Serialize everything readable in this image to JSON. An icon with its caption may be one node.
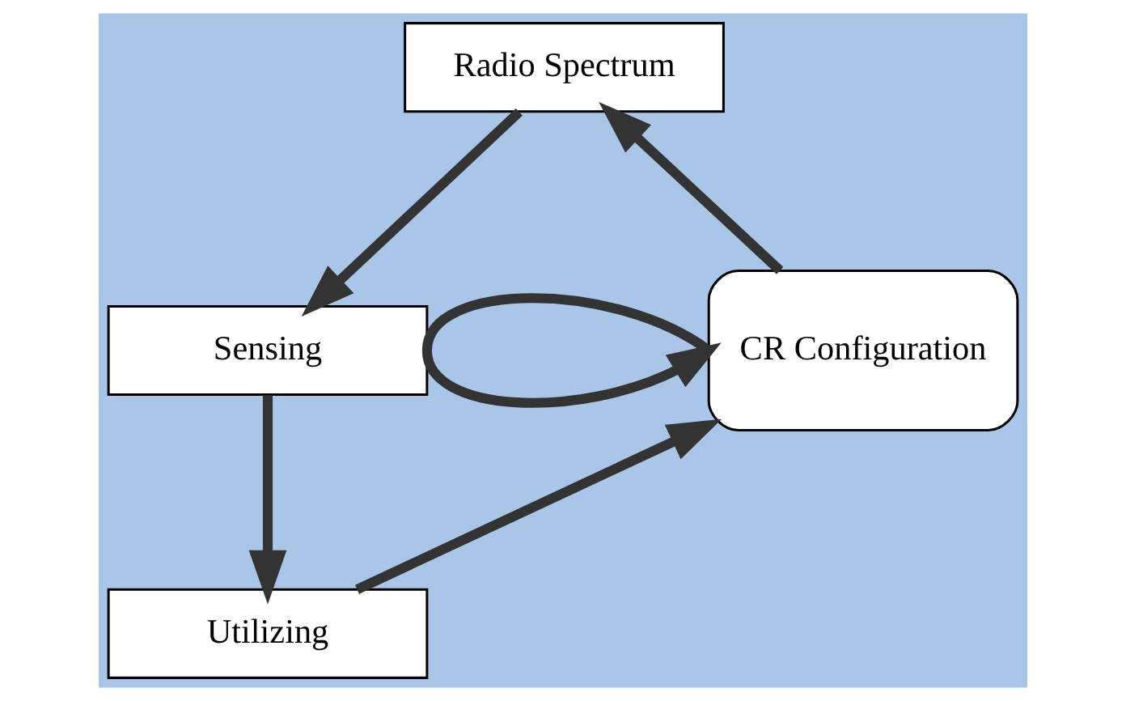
{
  "diagram": {
    "nodes": [
      {
        "text": [
          "Radio Spectrum"
        ]
      },
      {
        "text": [
          "CR Configuration"
        ]
      },
      {
        "text": [
          "Sensing"
        ]
      },
      {
        "text": [
          "Utilizing"
        ]
      }
    ],
    "edges": [
      {
        "from": 1,
        "to": 0,
        "arrow": "to"
      },
      {
        "from": 0,
        "to": 2,
        "arrow": "to"
      },
      {
        "from": 2,
        "to": 3,
        "arrow": "to"
      },
      {
        "from": 3,
        "to": 1,
        "arrow": "to"
      },
      {
        "from": 1,
        "to": 1,
        "arrow": "to"
      }
    ]
  }
}
